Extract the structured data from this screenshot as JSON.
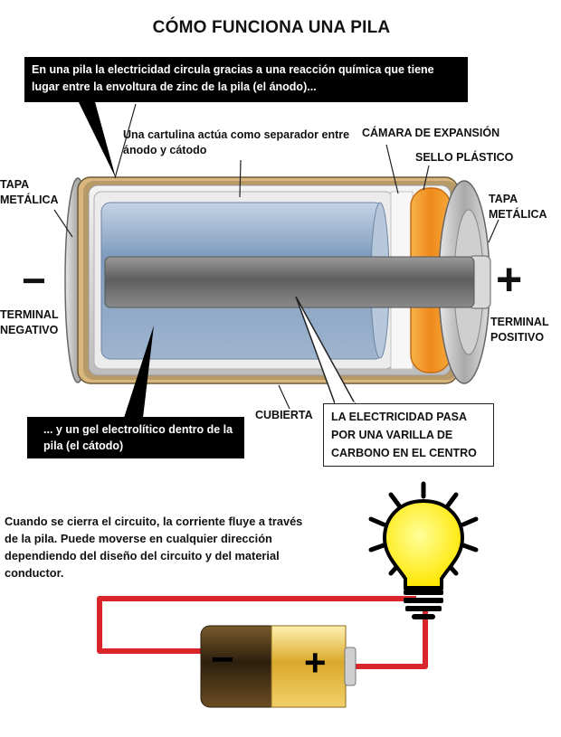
{
  "title": "CÓMO FUNCIONA UNA PILA",
  "callouts": {
    "anode": "En una pila la electricidad circula gracias a una reacción química que tiene lugar entre la envoltura de zinc de la pila (el ánodo)...",
    "separator": "Una cartulina actúa como separador entre ánodo y cátodo",
    "expansion_chamber": "CÁMARA DE EXPANSIÓN",
    "plastic_seal": "SELLO PLÁSTICO",
    "metal_cap_left": "TAPA METÁLICA",
    "metal_cap_right": "TAPA METÁLICA",
    "negative_terminal": "TERMINAL NEGATIVO",
    "positive_terminal": "TERMINAL POSITIVO",
    "cathode": "... y un gel electrolítico dentro de la pila (el cátodo)",
    "casing": "CUBIERTA",
    "carbon_rod": "LA ELECTRICIDAD PASA POR UNA VARILLA DE CARBONO EN EL CENTRO"
  },
  "signs": {
    "minus": "−",
    "plus": "+"
  },
  "circuit": {
    "description": "Cuando se cierra el circuito, la corriente fluye a través de la pila. Puede moverse en cualquier dirección dependiendo del diseño del circuito y del material conductor.",
    "battery_minus": "−",
    "battery_plus": "+"
  },
  "colors": {
    "wire": "#d8262b",
    "bulb": "#fff200",
    "seal": "#f39a2a",
    "casing_gold": "#e8c06a",
    "battery_gold": "#e9c14a",
    "battery_dark": "#3a2a14"
  }
}
